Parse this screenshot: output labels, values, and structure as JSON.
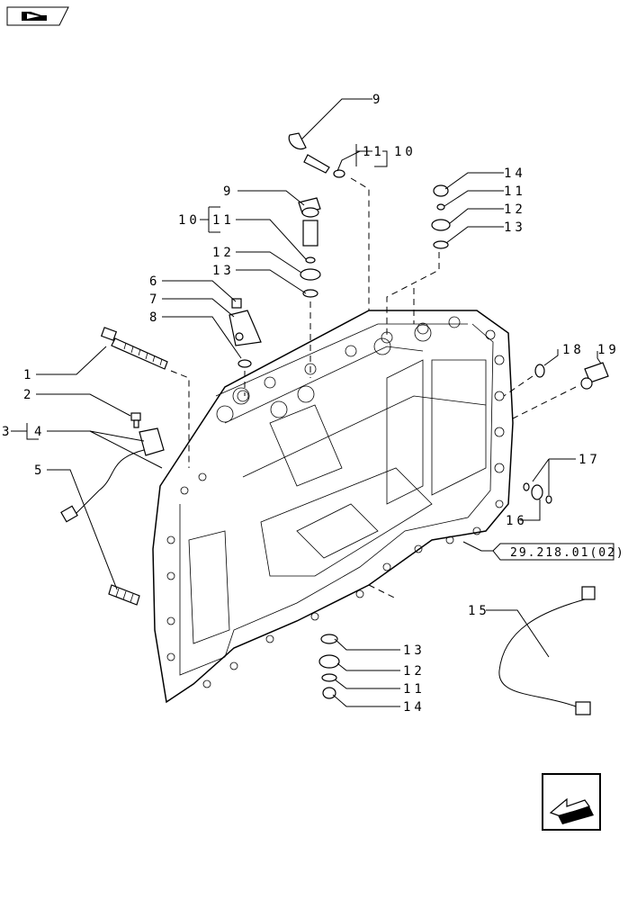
{
  "nav": {
    "top_icon": "book-pointer-icon",
    "bottom_icon": "next-page-arrow-icon"
  },
  "reference_label": "29.218.01(02)",
  "callouts": {
    "c1": "1",
    "c2": "2",
    "c3": "3",
    "c4": "4",
    "c5": "5",
    "c6": "6",
    "c7": "7",
    "c8": "8",
    "c9a": "9",
    "c9b": "9",
    "c10a": "10",
    "c10b": "10",
    "c11a": "11",
    "c11b": "11",
    "c11c": "11",
    "c11d": "11",
    "c12a": "12",
    "c12b": "12",
    "c12c": "12",
    "c13a": "13",
    "c13b": "13",
    "c13c": "13",
    "c14a": "14",
    "c14b": "14",
    "c15": "15",
    "c16": "16",
    "c17": "17",
    "c18": "18",
    "c19": "19"
  }
}
